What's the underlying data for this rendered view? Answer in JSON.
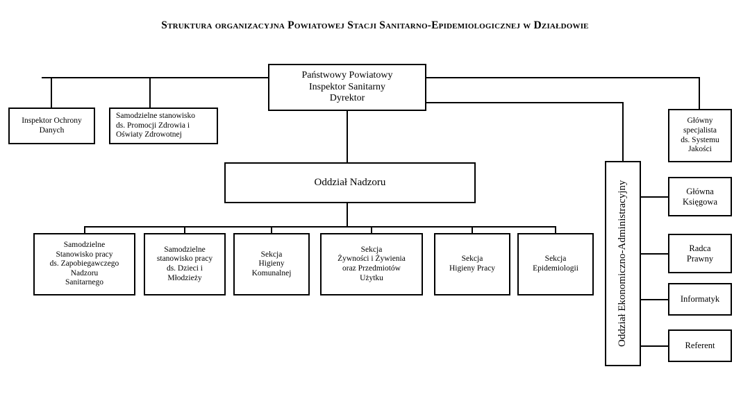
{
  "title": "Struktura organizacyjna Powiatowej Stacji Sanitarno-Epidemiologicznej w Działdowie",
  "diagram": {
    "type": "org-chart",
    "orientation": "top-down",
    "colors": {
      "background": "#ffffff",
      "border": "#000000",
      "text": "#000000",
      "connector": "#000000"
    },
    "root": {
      "id": "dyrektor",
      "label": "Państwowy Powiatowy\nInspektor Sanitarny\nDyrektor"
    },
    "staff_left": [
      {
        "id": "inspektor-ochrony-danych",
        "label": "Inspektor Ochrony\nDanych"
      },
      {
        "id": "promocja-zdrowia",
        "label": "Samodzielne stanowisko\nds. Promocji Zdrowia i\nOświaty Zdrowotnej"
      }
    ],
    "staff_right": [
      {
        "id": "glowny-specjalista-jakosci",
        "label": "Główny\nspecjalista\nds. Systemu\nJakości"
      }
    ],
    "division_nadzoru": {
      "id": "oddzial-nadzoru",
      "label": "Oddział Nadzoru"
    },
    "nadzor_children": [
      {
        "id": "zapobiegawczy-nadzor-sanitarny",
        "label": "Samodzielne\nStanowisko pracy\nds. Zapobiegawczego\nNadzoru\nSanitarnego"
      },
      {
        "id": "dzieci-i-mlodziez",
        "label": "Samodzielne\nstanowisko pracy\nds. Dzieci i\nMłodzieży"
      },
      {
        "id": "higiena-komunalna",
        "label": "Sekcja\nHigieny\nKomunalnej"
      },
      {
        "id": "zywnosc-zywienie",
        "label": "Sekcja\nŻywności i Żywienia\noraz Przedmiotów\nUżytku"
      },
      {
        "id": "higiena-pracy",
        "label": "Sekcja\nHigieny Pracy"
      },
      {
        "id": "epidemiologia",
        "label": "Sekcja\nEpidemiologii"
      }
    ],
    "division_ekonomiczny": {
      "id": "oddzial-ekonomiczno-administracyjny",
      "label": "Oddział Ekonomiczno-Administracyjny"
    },
    "ekonomiczny_children": [
      {
        "id": "glowna-ksiegowa",
        "label": "Główna\nKsięgowa"
      },
      {
        "id": "radca-prawny",
        "label": "Radca\nPrawny"
      },
      {
        "id": "informatyk",
        "label": "Informatyk"
      },
      {
        "id": "referent",
        "label": "Referent"
      }
    ]
  }
}
